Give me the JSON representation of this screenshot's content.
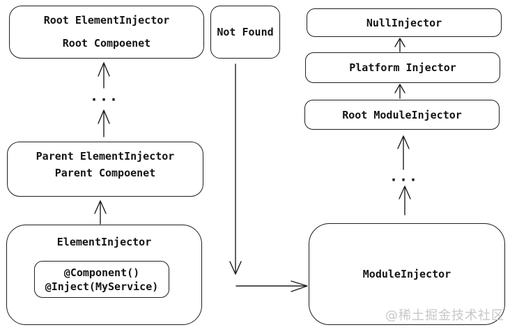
{
  "left_column": {
    "root_box": {
      "line1": "Root ElementInjector",
      "line2": "Root Compoenet"
    },
    "ellipsis": "...",
    "parent_box": {
      "line1": "Parent ElementInjector",
      "line2": "Parent Compoenet"
    },
    "element_injector_box": {
      "title": "ElementInjector",
      "inner_box": {
        "line1": "@Component()",
        "line2": "@Inject(MyService)"
      }
    }
  },
  "middle_column": {
    "not_found_box": {
      "label": "Not Found"
    }
  },
  "right_column": {
    "null_injector_box": {
      "label": "NullInjector"
    },
    "platform_injector_box": {
      "label": "Platform Injector"
    },
    "root_module_injector_box": {
      "label": "Root ModuleInjector"
    },
    "ellipsis": "...",
    "module_injector_box": {
      "label": "ModuleInjector"
    }
  },
  "watermark": {
    "text": "@稀土掘金技术社区"
  },
  "colors": {
    "background": "#ffffff",
    "stroke": "#1e1e1e",
    "text": "#141414",
    "watermark": "#c7c7c7"
  }
}
